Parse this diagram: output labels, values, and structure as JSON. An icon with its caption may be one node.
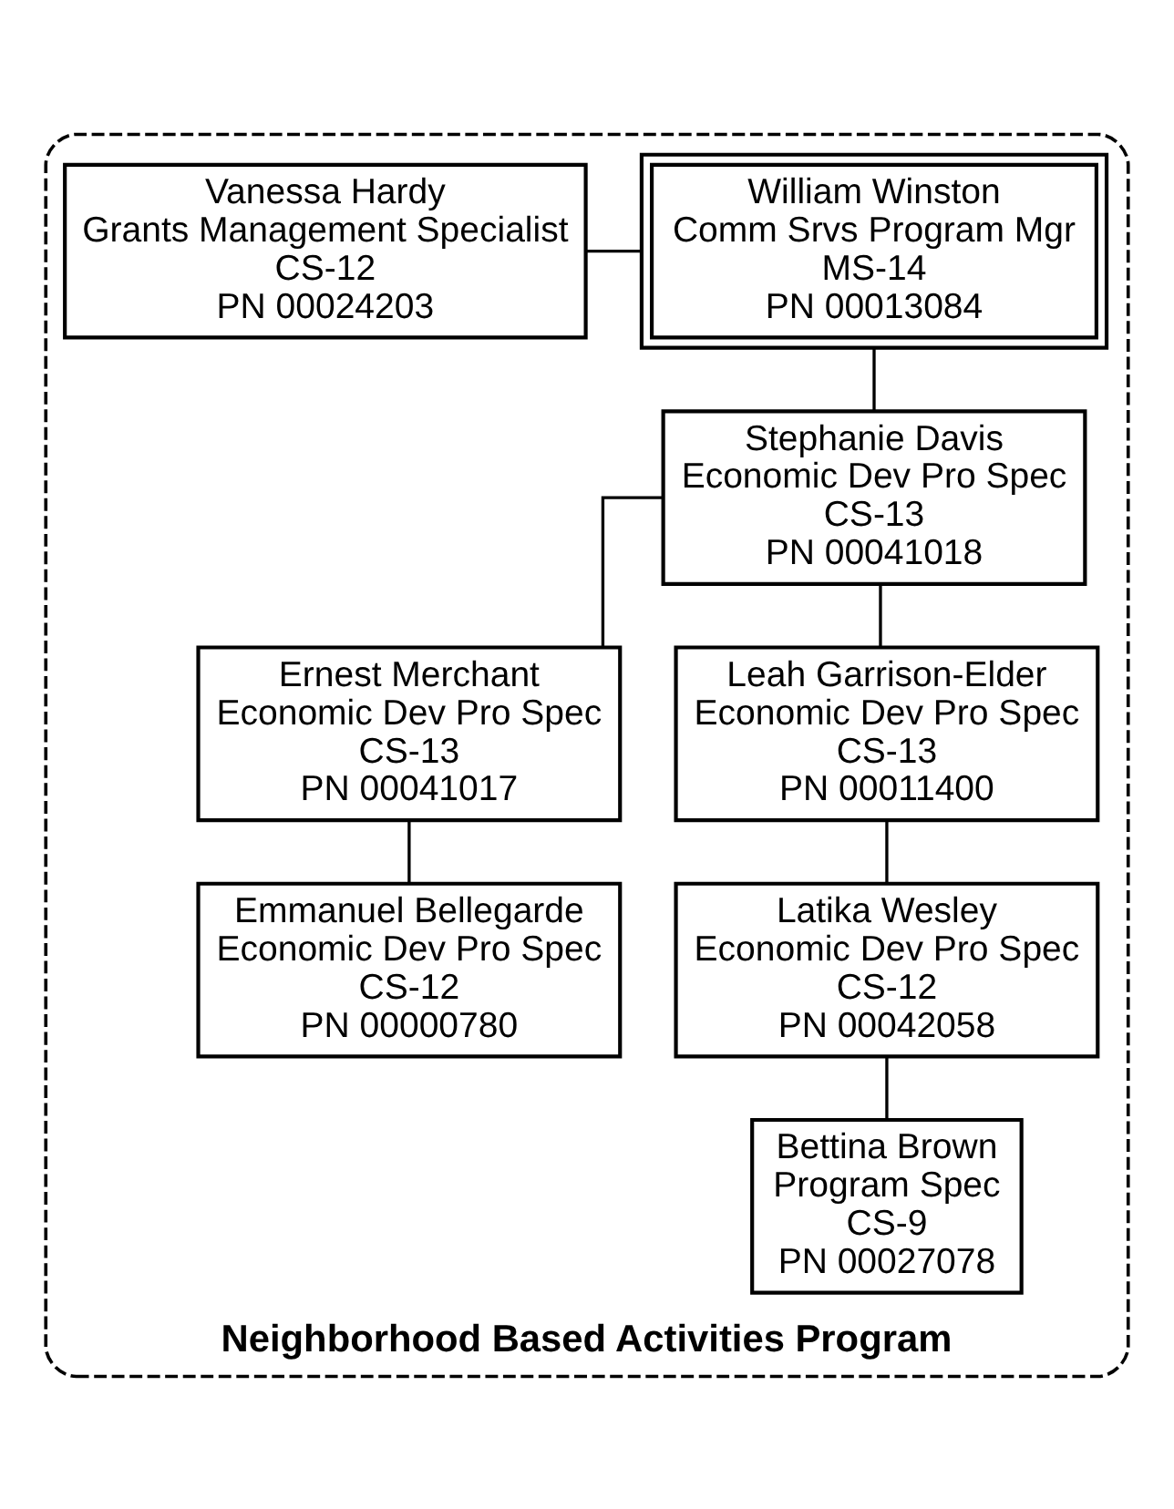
{
  "diagram": {
    "nodes": [
      {
        "text": [
          "Neighborhood Based Activities Program"
        ]
      },
      {
        "text": [
          "Vanessa Hardy",
          "Grants Management Specialist",
          "CS-12",
          "PN 00024203"
        ],
        "in": 0
      },
      {
        "text": [
          "William Winston",
          "Comm Srvs Program Mgr",
          "MS-14",
          "PN 00013084"
        ],
        "in": 0
      },
      {
        "text": [
          "Stephanie Davis",
          "Economic Dev Pro Spec",
          "CS-13",
          "PN 00041018"
        ],
        "in": 0
      },
      {
        "text": [
          "Ernest Merchant",
          "Economic Dev Pro Spec",
          "CS-13",
          "PN 00041017"
        ],
        "in": 0
      },
      {
        "text": [
          "Leah Garrison-Elder",
          "Economic Dev Pro Spec",
          "CS-13",
          "PN 00011400"
        ],
        "in": 0
      },
      {
        "text": [
          "Emmanuel Bellegarde",
          "Economic Dev Pro Spec",
          "CS-12",
          "PN 00000780"
        ],
        "in": 0
      },
      {
        "text": [
          "Latika Wesley",
          "Economic Dev Pro Spec",
          "CS-12",
          "PN 00042058"
        ],
        "in": 0
      },
      {
        "text": [
          "Bettina Brown",
          "Program Spec",
          "CS-9",
          "PN 00027078"
        ],
        "in": 0
      }
    ],
    "edges": [
      {
        "from": 1,
        "to": 2,
        "arrow": "none"
      },
      {
        "from": 2,
        "to": 3,
        "arrow": "none"
      },
      {
        "from": 3,
        "to": 4,
        "arrow": "none"
      },
      {
        "from": 3,
        "to": 5,
        "arrow": "none"
      },
      {
        "from": 4,
        "to": 6,
        "arrow": "none"
      },
      {
        "from": 5,
        "to": 7,
        "arrow": "none"
      },
      {
        "from": 7,
        "to": 8,
        "arrow": "none"
      }
    ]
  }
}
